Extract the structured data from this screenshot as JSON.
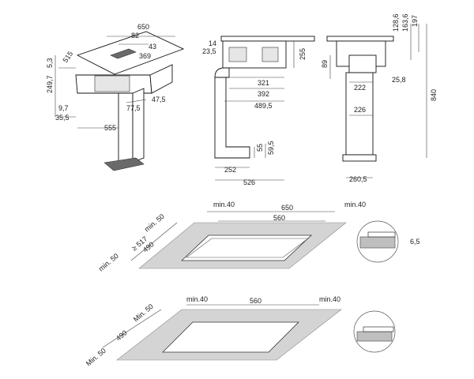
{
  "top_left": {
    "width": "650",
    "vent_width": "82",
    "gap": "43",
    "vent_offset": "369",
    "depth": "515",
    "rim": "5,3",
    "height": "249,7",
    "lip": "9,7",
    "lip2": "35,5",
    "duct_offset": "77,5",
    "duct_width": "47,5",
    "length": "555"
  },
  "top_mid": {
    "top1": "14",
    "top2": "23,5",
    "height": "255",
    "d321": "321",
    "d392": "392",
    "d489": "489,5",
    "d55": "55",
    "d59": "59,5",
    "d252": "252",
    "d526": "526"
  },
  "top_right": {
    "d128": "128,6",
    "d163": "163,6",
    "d197": "197",
    "d89": "89",
    "d25": "25,8",
    "d222": "222",
    "d226": "226",
    "d840": "840",
    "d260": "260,5"
  },
  "mid_section": {
    "min_left": "min.40",
    "width_total": "650",
    "min_right": "min.40",
    "cut_width": "560",
    "min_back": "min. 50",
    "cut_depth_min": "≥ 517",
    "cut_depth": "490",
    "min_front": "min. 50",
    "detail": "6,5"
  },
  "bottom_section": {
    "min_left": "min.40",
    "cut_width": "560",
    "min_right": "min.40",
    "min_back": "Min. 50",
    "cut_depth": "490",
    "min_front": "Min. 50"
  }
}
